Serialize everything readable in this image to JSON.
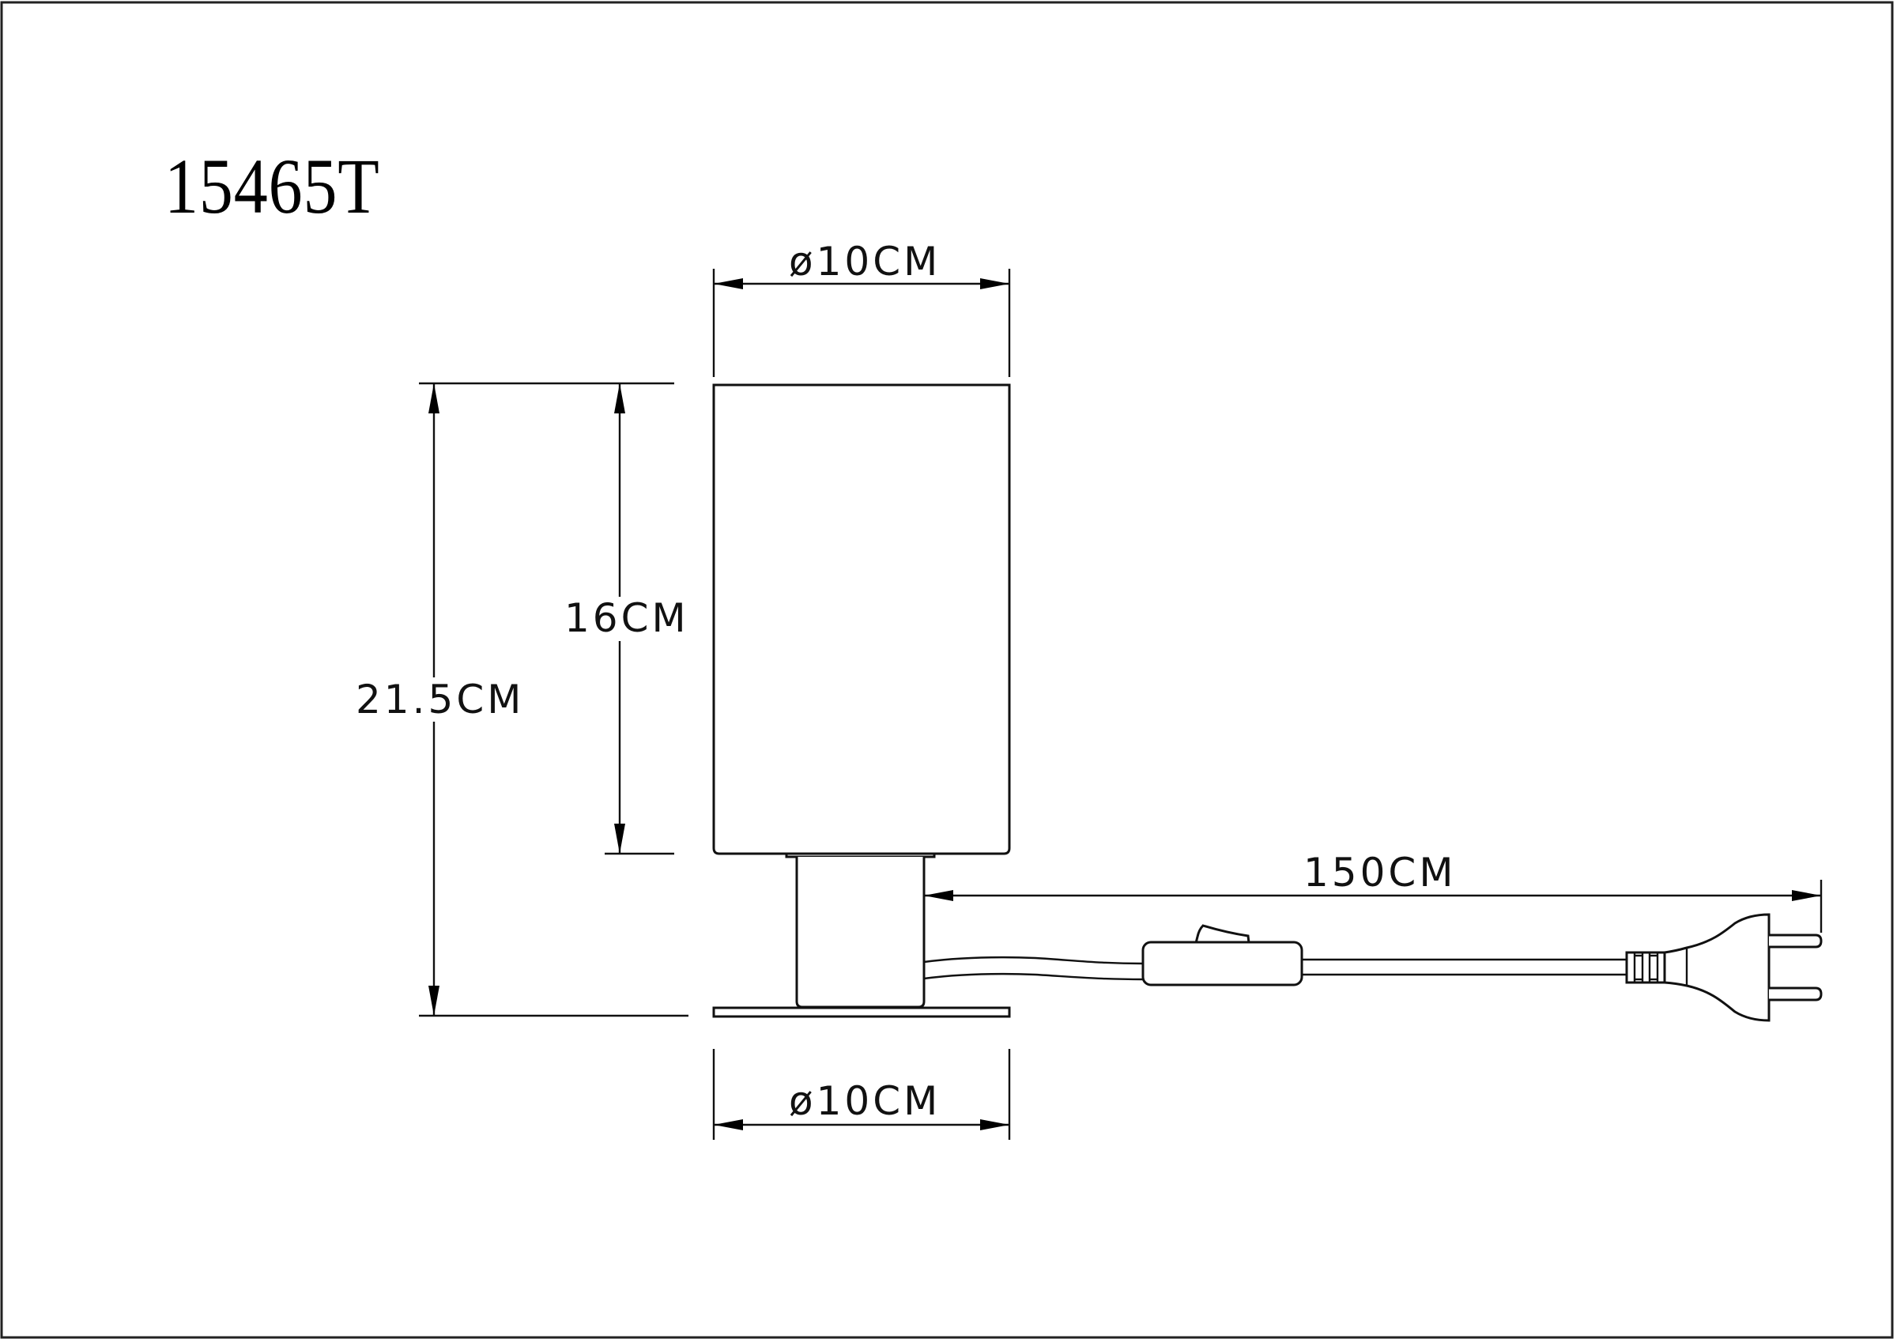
{
  "drawing": {
    "model_number": "15465T",
    "type": "table-lamp-dimension-drawing",
    "line_color": "#111111",
    "background": "#ffffff"
  },
  "dimensions": {
    "shade_diameter": "ø10CM",
    "shade_height": "16CM",
    "total_height": "21.5CM",
    "cord_length": "150CM",
    "base_diameter": "ø10CM"
  },
  "components": [
    "shade-cylinder",
    "lamp-holder-stem",
    "base-plate",
    "power-cord",
    "inline-rocker-switch",
    "two-pin-plug"
  ]
}
